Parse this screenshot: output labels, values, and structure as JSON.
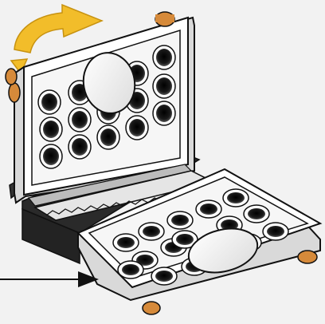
{
  "figure": {
    "subject": "hinged-well-plate-illustration",
    "wells_top_plate": 15,
    "wells_bottom_plate": 16,
    "colors": {
      "background": "#f2f2f2",
      "plate": "#ffffff",
      "outline": "#111111",
      "base": "#222222",
      "well_hole": "#1a1a1a",
      "foot": "#d68a3a",
      "arrow": "#f2bd2a",
      "lid_disc": "#ffffff"
    },
    "icons": [
      "curved-rotate-arrow-icon",
      "pointer-arrow-icon"
    ]
  }
}
